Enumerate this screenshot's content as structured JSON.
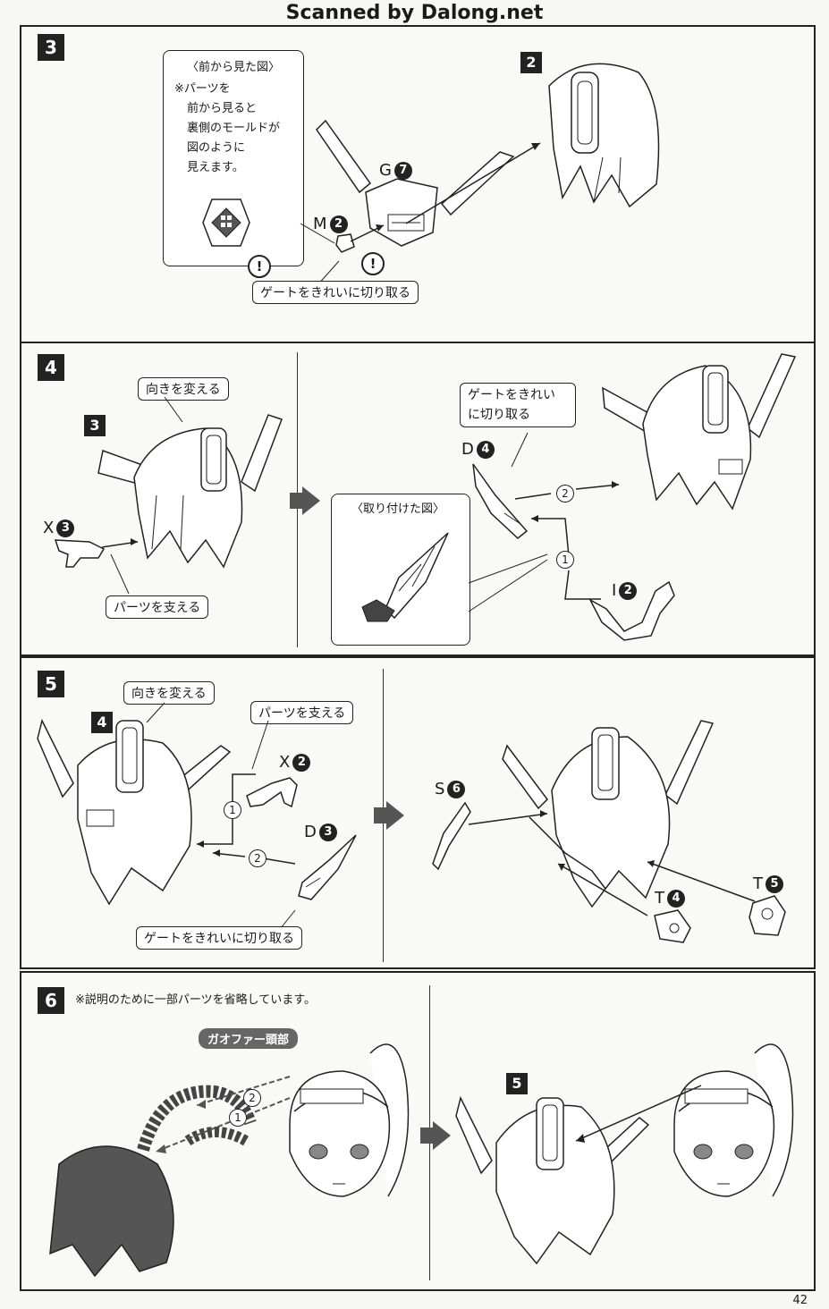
{
  "header": {
    "scan_credit": "Scanned by Dalong.net"
  },
  "page_number": "42",
  "steps": {
    "s3": {
      "number": "3",
      "ref_part": "2",
      "note_title": "〈前から見た図〉",
      "note_lines": [
        "※パーツを",
        "前から見ると",
        "裏側のモールドが",
        "図のように",
        "見えます。"
      ],
      "part_g": "G",
      "part_g_num": "7",
      "part_m": "M",
      "part_m_num": "2",
      "gate_label": "ゲートをきれいに切り取る",
      "warn": "!"
    },
    "s4": {
      "number": "4",
      "ref_part": "3",
      "turn_label": "向きを変える",
      "support_label": "パーツを支える",
      "part_x": "X",
      "part_x_num": "3",
      "inset_title": "〈取り付けた図〉",
      "gate_label_l1": "ゲートをきれい",
      "gate_label_l2": "に切り取る",
      "part_d": "D",
      "part_d_num": "4",
      "part_i": "I",
      "part_i_num": "2",
      "order1": "1",
      "order2": "2"
    },
    "s5": {
      "number": "5",
      "ref_part": "4",
      "turn_label": "向きを変える",
      "support_label": "パーツを支える",
      "part_x": "X",
      "part_x_num": "2",
      "part_d": "D",
      "part_d_num": "3",
      "gate_label": "ゲートをきれいに切り取る",
      "part_s": "S",
      "part_s_num": "6",
      "part_t1": "T",
      "part_t1_num": "4",
      "part_t2": "T",
      "part_t2_num": "5",
      "order1": "1",
      "order2": "2"
    },
    "s6": {
      "number": "6",
      "note": "※説明のために一部パーツを省略しています。",
      "head_label": "ガオファー頭部",
      "ref_part": "5",
      "order1": "1",
      "order2": "2"
    }
  }
}
